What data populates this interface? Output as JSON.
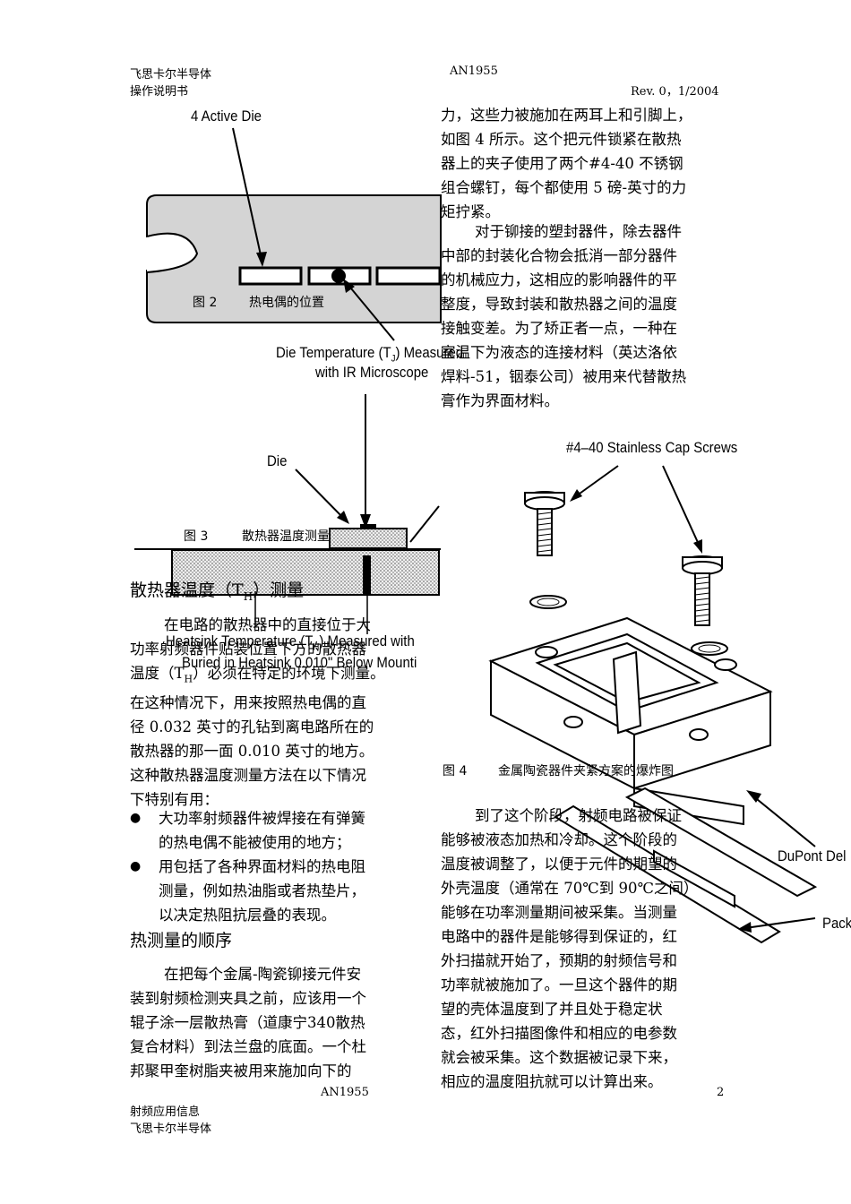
{
  "header": {
    "company": "飞思卡尔半导体",
    "doc_type": "操作说明书",
    "doc_number": "AN1955",
    "revision": "Rev. 0，1/2004"
  },
  "figure2": {
    "caption_num": "图 2",
    "caption_text": "热电偶的位置",
    "label_active_die": "4 Active Die"
  },
  "figure3": {
    "caption_num": "图 3",
    "caption_text": "散热器温度测量",
    "label_die_temp_1": "Die Temperature (TJ) Measured",
    "label_die_temp_2": "with IR Microscope",
    "label_die": "Die",
    "label_heatsink_1": "Heatsink Temperature (TH) Measured with",
    "label_heatsink_2": "Buried in Heatsink 0.010\" Below Mounti"
  },
  "figure4": {
    "caption_num": "图 4",
    "caption_text": "金属陶瓷器件夹紧方案的爆炸图",
    "label_screws": "#4–40   Stainless Cap Screws",
    "label_dupont": "DuPont Del",
    "label_pack": "Pack"
  },
  "right_col": {
    "p1": [
      "力，这些力被施加在两耳上和引脚上，",
      "如图 4 所示。这个把元件锁紧在散热",
      "器上的夹子使用了两个#4-40  不锈钢",
      "组合螺钉，每个都使用 5 磅-英寸的力",
      "矩拧紧。"
    ],
    "p2": [
      "对于铆接的塑封器件，除去器件",
      "中部的封装化合物会抵消一部分器件",
      "的机械应力，这相应的影响器件的平",
      "整度，导致封装和散热器之间的温度",
      "接触变差。为了矫正者一点，一种在",
      "室温下为液态的连接材料（英达洛依",
      "焊料-51，铟泰公司）被用来代替散热",
      "膏作为界面材料。"
    ],
    "p3": [
      "到了这个阶段，射频电路被保证",
      "能够被液态加热和冷却。这个阶段的",
      "温度被调整了，以便于元件的期望的",
      "外壳温度（通常在 70℃到 90℃之间）",
      "能够在功率测量期间被采集。当测量",
      "电路中的器件是能够得到保证的，红",
      "外扫描就开始了，预期的射频信号和",
      "功率就被施加了。一旦这个器件的期",
      "望的壳体温度到了并且处于稳定状",
      "态，红外扫描图像件和相应的电参数",
      "就会被采集。这个数据被记录下来，",
      "相应的温度阻抗就可以计算出来。"
    ]
  },
  "left_col": {
    "section1_title": "散热器温度（T",
    "section1_sub": "H",
    "section1_tail": "）测量",
    "p1": [
      "在电路的散热器中的直接位于大",
      "功率射频器件贴装位置下方的散热器",
      "温度（T",
      "）必须在特定的环境下测量。",
      "在这种情况下，用来按照热电偶的直",
      "径 0.032 英寸的孔钻到离电路所在的",
      "散热器的那一面 0.010 英寸的地方。",
      "这种散热器温度测量方法在以下情况",
      "下特别有用："
    ],
    "temp_sub": "H",
    "bullets": [
      [
        "大功率射频器件被焊接在有弹簧",
        "的热电偶不能被使用的地方；"
      ],
      [
        "用包括了各种界面材料的热电阻",
        "测量，例如热油脂或者热垫片，",
        "以决定热阻抗层叠的表现。"
      ]
    ],
    "section2_title": "热测量的顺序",
    "p2": [
      "在把每个金属-陶瓷铆接元件安",
      "装到射频检测夹具之前，应该用一个",
      "辊子涂一层散热膏（道康宁340散热",
      "复合材料）到法兰盘的底面。一个杜",
      "邦聚甲奎树脂夹被用来施加向下的"
    ]
  },
  "footer": {
    "doc_number": "AN1955",
    "page_number": "2",
    "info": "射频应用信息",
    "company": "飞思卡尔半导体"
  }
}
